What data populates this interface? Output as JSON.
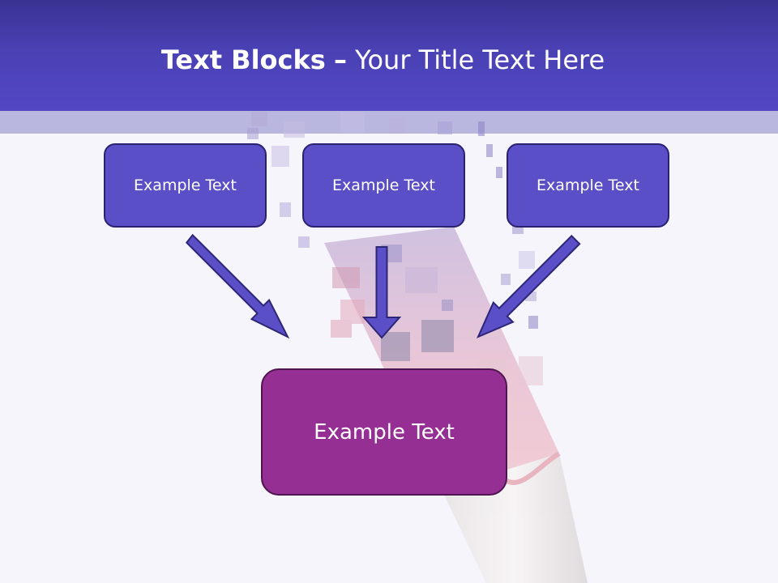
{
  "slide": {
    "title_bold": "Text Blocks",
    "title_dash": "–",
    "title_rest": "Your Title Text Here"
  },
  "blocks": [
    {
      "text": "Example Text"
    },
    {
      "text": "Example Text"
    },
    {
      "text": "Example Text"
    }
  ],
  "result_block": {
    "text": "Example Text"
  },
  "colors": {
    "header": "#4a41b4",
    "band": "#b9b7e0",
    "block_fill": "#5a4fc7",
    "block_border": "#2a2270",
    "result_fill": "#962f94",
    "arrow_fill": "#5a4fc7"
  },
  "illustration": "pencil-puzzle-image"
}
